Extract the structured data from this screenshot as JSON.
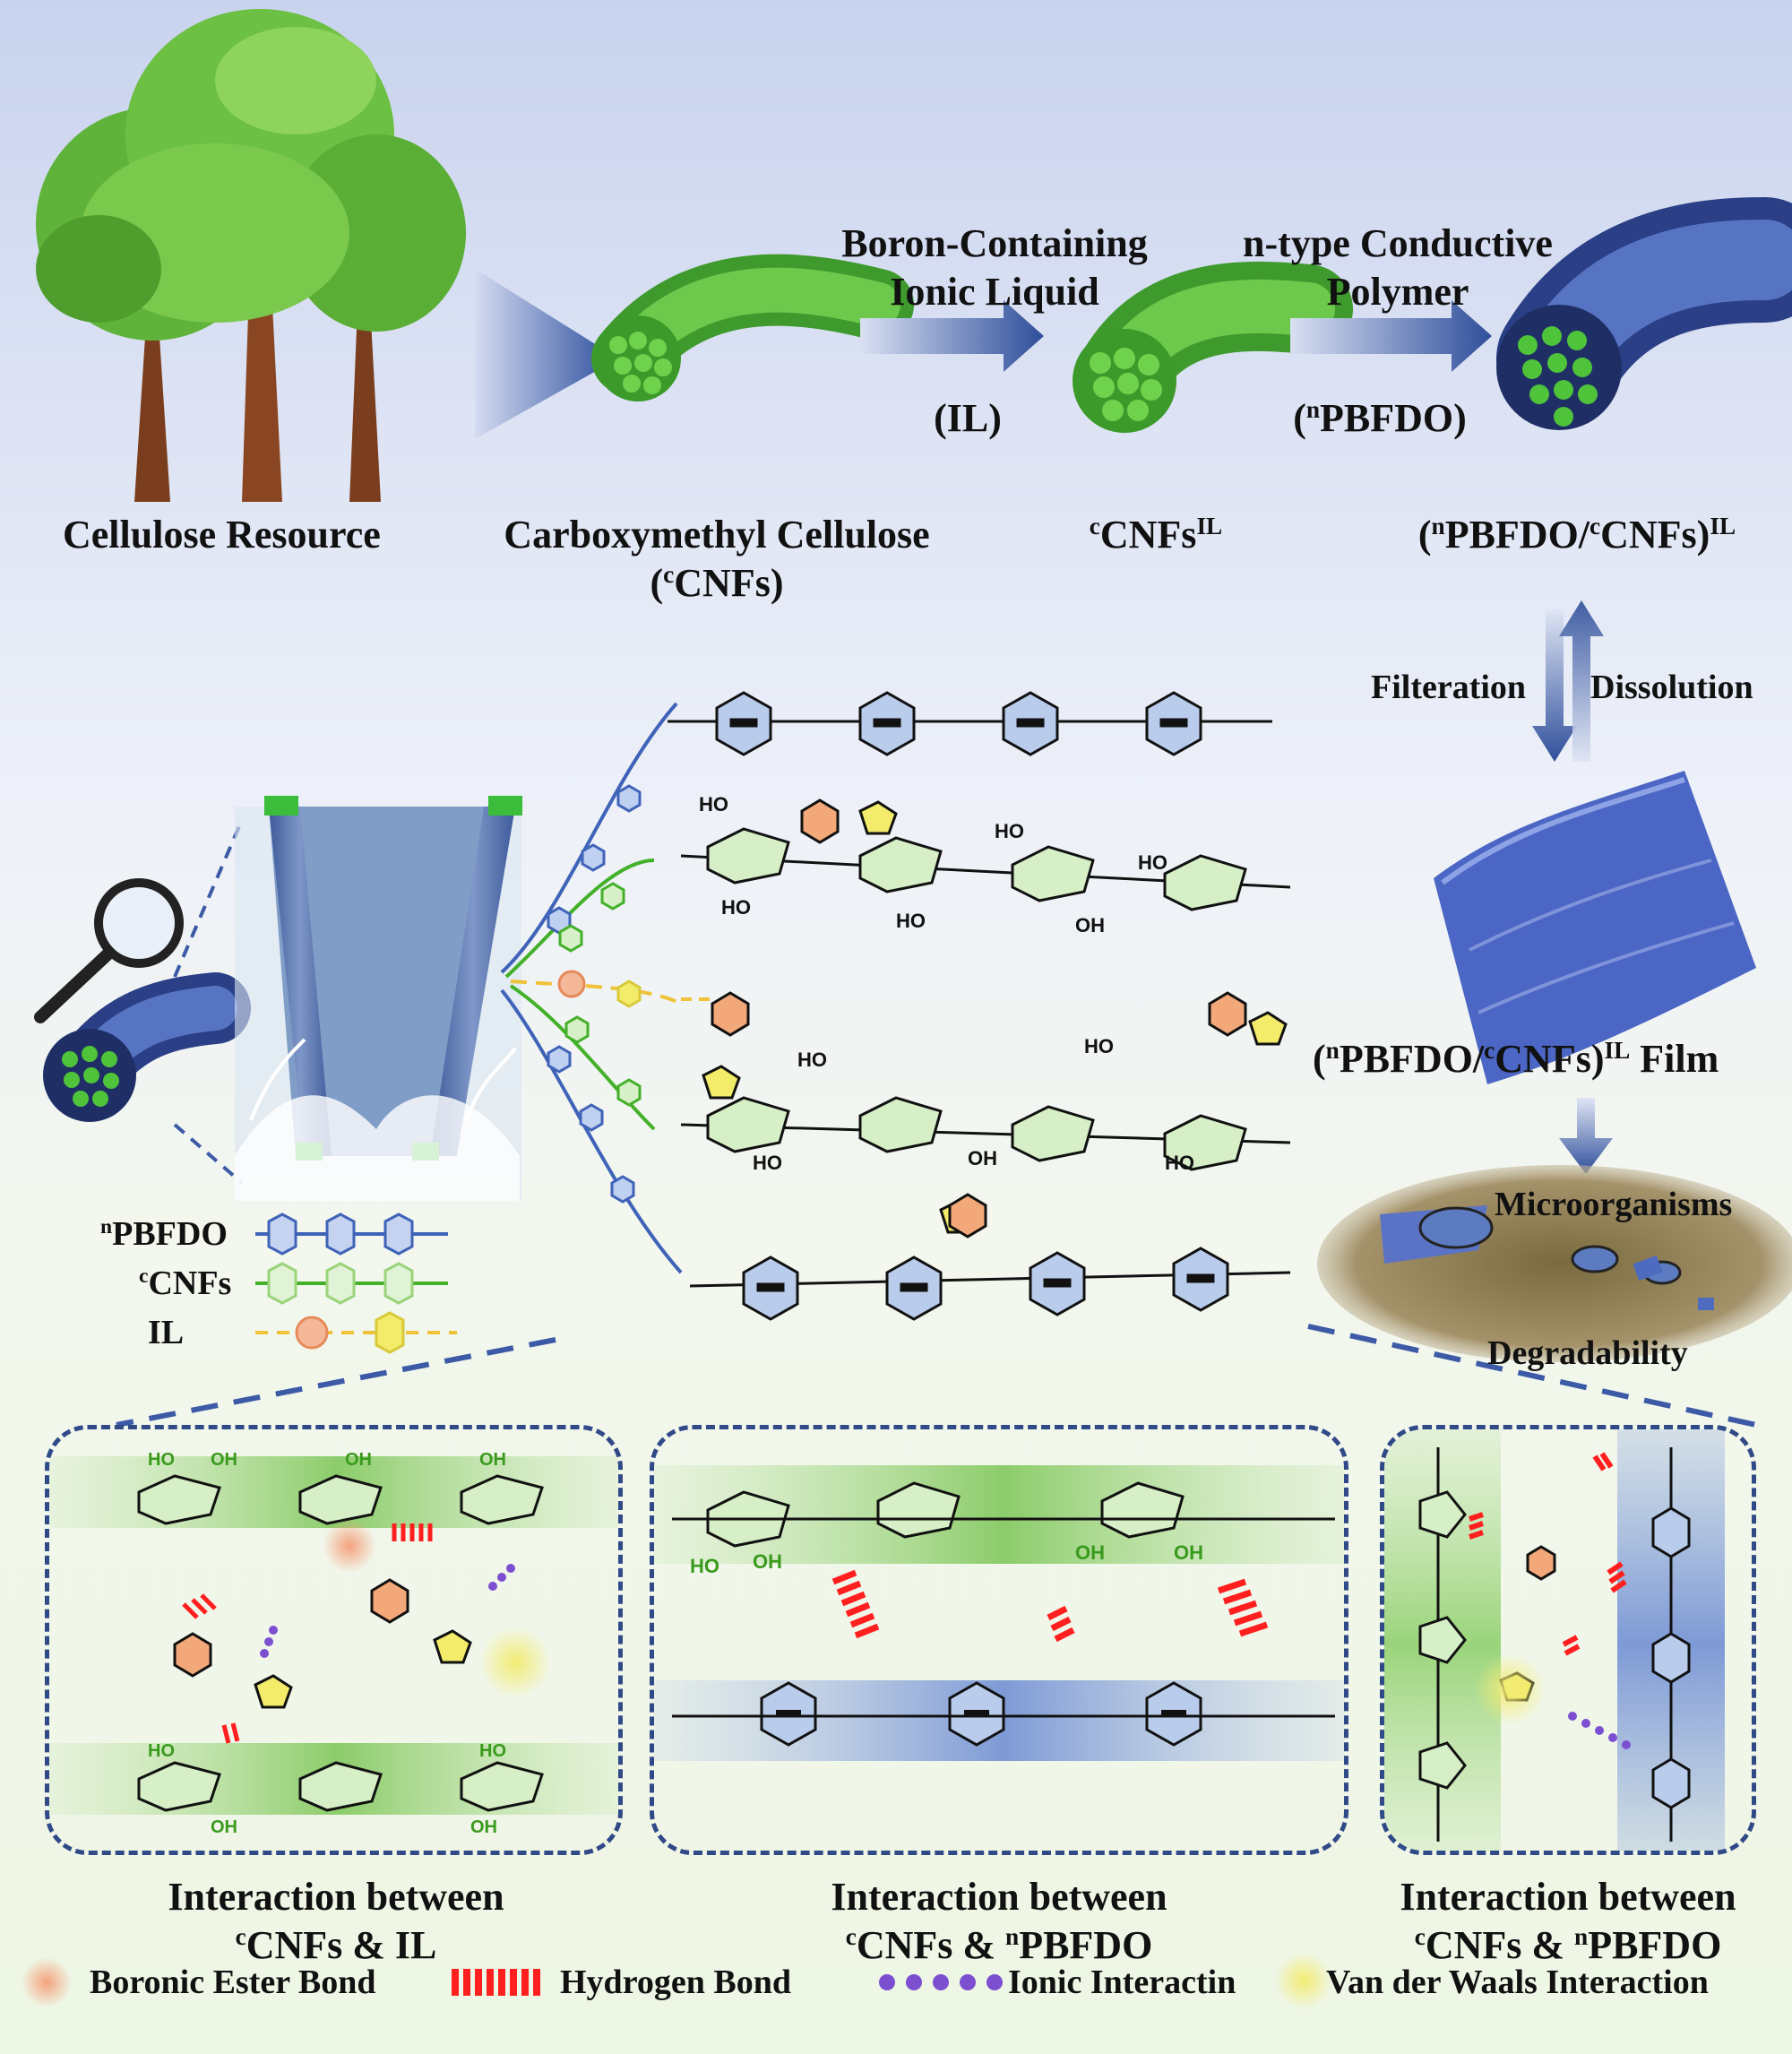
{
  "top": {
    "cellulose_resource": "Cellulose Resource",
    "cmc_line1": "Carboxymethyl Cellulose",
    "cmc_line2": "(cCNFs)",
    "arrow1_top1": "Boron-Containing",
    "arrow1_top2": "Ionic Liquid",
    "arrow1_bottom": "(IL)",
    "arrow2_top1": "n-type Conductive",
    "arrow2_top2": "Polymer",
    "arrow2_bottom": "(nPBFDO)",
    "cnf_il_label": "cCNFsIL",
    "composite_label": "(nPBFDO/cCNFs)IL"
  },
  "right": {
    "filtration": "Filteration",
    "dissolution": "Dissolution",
    "film_label": "(nPBFDO/cCNFs)IL Film",
    "microorganisms": "Microorganisms",
    "degradability": "Degradability"
  },
  "key": {
    "pbfdo": "nPBFDO",
    "cnfs": "cCNFs",
    "il": "IL"
  },
  "panels": {
    "p1_title1": "Interaction between",
    "p1_title2": "cCNFs & IL",
    "p2_title1": "Interaction between",
    "p2_title2": "cCNFs & nPBFDO",
    "p3_title1": "Interaction between",
    "p3_title2": "cCNFs & nPBFDO"
  },
  "legend": {
    "boronic": "Boronic Ester Bond",
    "hydrogen": "Hydrogen Bond",
    "ionic": "Ionic Interactin",
    "vdw": "Van der Waals Interaction"
  },
  "colors": {
    "pbfdo_blue": "#3f63b8",
    "cnf_green": "#43b02a",
    "il_orange": "#f0a27a",
    "il_yellow": "#f2e85a",
    "hbond_red": "#ff1f1f",
    "ionic_purple": "#7b4fd0"
  }
}
